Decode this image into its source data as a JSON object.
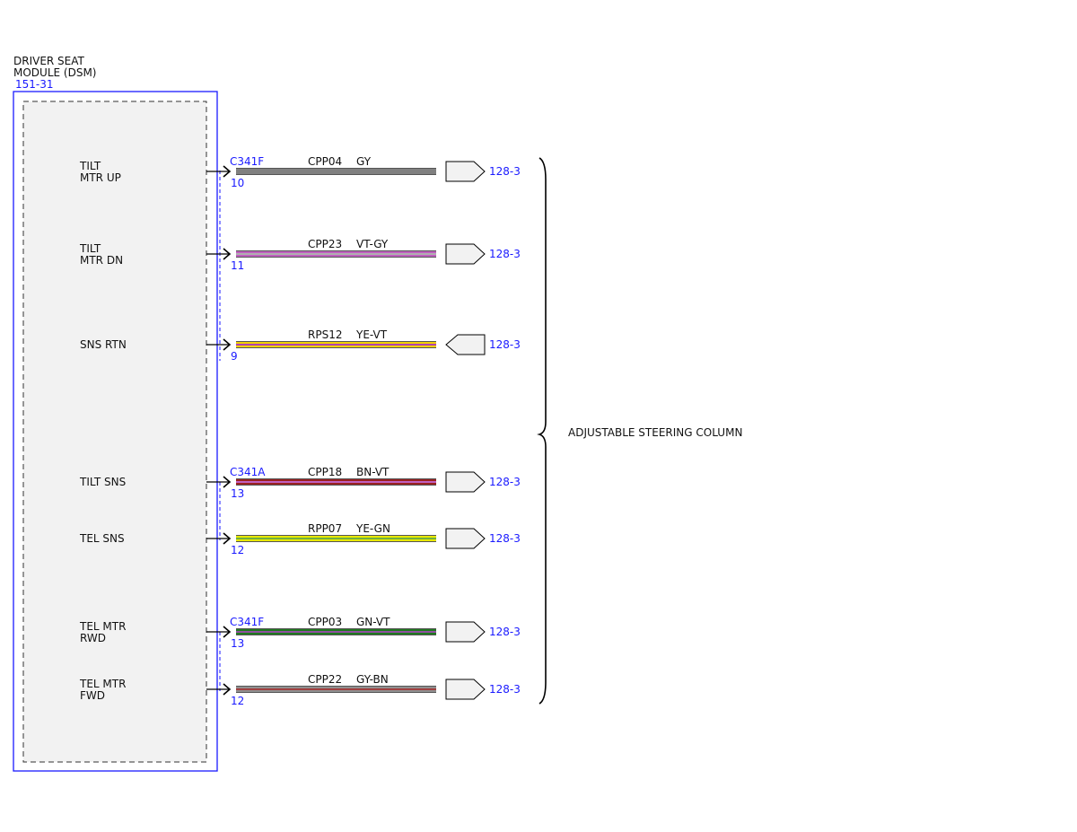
{
  "module": {
    "title_line1": "DRIVER SEAT",
    "title_line2": "MODULE (DSM)",
    "ref": "151-31",
    "colors": {
      "border": "#1a1aff",
      "fill": "#f2f2f2",
      "dash": "#333333"
    }
  },
  "right_label": "ADJUSTABLE STEERING COLUMN",
  "circuits": [
    {
      "pin_line1": "TILT",
      "pin_line2": "MTR UP",
      "connector": "C341F",
      "pin_no": "10",
      "circuit": "CPP04",
      "color_code": "GY",
      "dest": "128-3",
      "direction": "out",
      "wire_colors": [
        "#808080"
      ]
    },
    {
      "pin_line1": "TILT",
      "pin_line2": "MTR DN",
      "connector": "",
      "pin_no": "11",
      "circuit": "CPP23",
      "color_code": "VT-GY",
      "dest": "128-3",
      "direction": "out",
      "wire_colors": [
        "#c060c0",
        "#b0b0b0"
      ]
    },
    {
      "pin_line1": "SNS RTN",
      "pin_line2": "",
      "connector": "",
      "pin_no": "9",
      "circuit": "RPS12",
      "color_code": "YE-VT",
      "dest": "128-3",
      "direction": "in",
      "wire_colors": [
        "#f0d000",
        "#b040b0"
      ]
    },
    {
      "pin_line1": "TILT SNS",
      "pin_line2": "",
      "connector": "C341A",
      "pin_no": "13",
      "circuit": "CPP18",
      "color_code": "BN-VT",
      "dest": "128-3",
      "direction": "out",
      "wire_colors": [
        "#9a2020",
        "#c060c0"
      ]
    },
    {
      "pin_line1": "TEL SNS",
      "pin_line2": "",
      "connector": "",
      "pin_no": "12",
      "circuit": "RPP07",
      "color_code": "YE-GN",
      "dest": "128-3",
      "direction": "out",
      "wire_colors": [
        "#e8e800",
        "#70b040"
      ]
    },
    {
      "pin_line1": "TEL MTR",
      "pin_line2": "RWD",
      "connector": "C341F",
      "pin_no": "13",
      "circuit": "CPP03",
      "color_code": "GN-VT",
      "dest": "128-3",
      "direction": "out",
      "wire_colors": [
        "#1f7a1f",
        "#9050a0"
      ]
    },
    {
      "pin_line1": "TEL MTR",
      "pin_line2": "FWD",
      "connector": "",
      "pin_no": "12",
      "circuit": "CPP22",
      "color_code": "GY-BN",
      "dest": "128-3",
      "direction": "out",
      "wire_colors": [
        "#909090",
        "#a04040"
      ]
    }
  ]
}
